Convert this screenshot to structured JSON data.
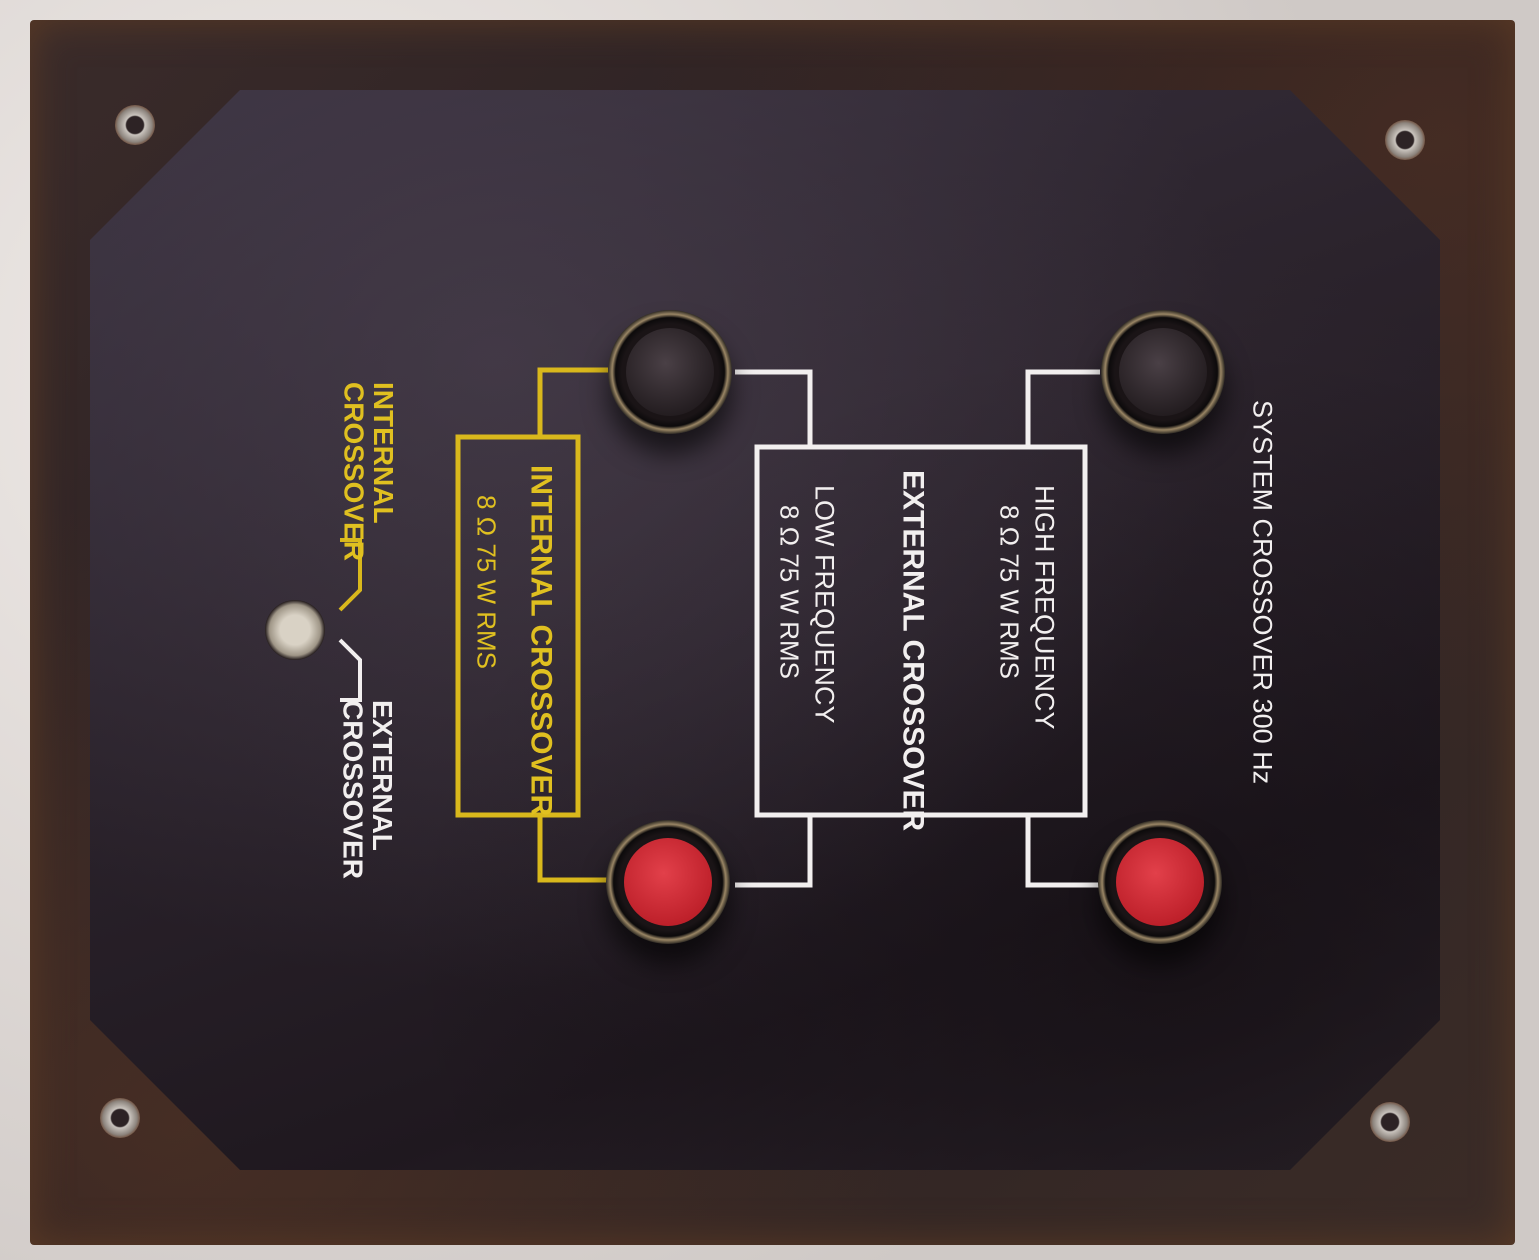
{
  "panel": {
    "title": "SYSTEM CROSSOVER 300 Hz",
    "internal_box": {
      "title": "INTERNAL CROSSOVER",
      "spec": "8 Ω 75 W RMS"
    },
    "external_box": {
      "high": "HIGH FREQUENCY",
      "high_spec": "8 Ω 75 W RMS",
      "title": "EXTERNAL CROSSOVER",
      "low": "LOW FREQUENCY",
      "low_spec": "8 Ω 75 W RMS"
    },
    "switch_labels": {
      "internal": "INTERNAL CROSSOVER",
      "external": "EXTERNAL CROSSOVER"
    }
  },
  "colors": {
    "panel": "#29222a",
    "yellow": "#d9b81c",
    "white": "#f2efef",
    "red": "#c0202a"
  }
}
